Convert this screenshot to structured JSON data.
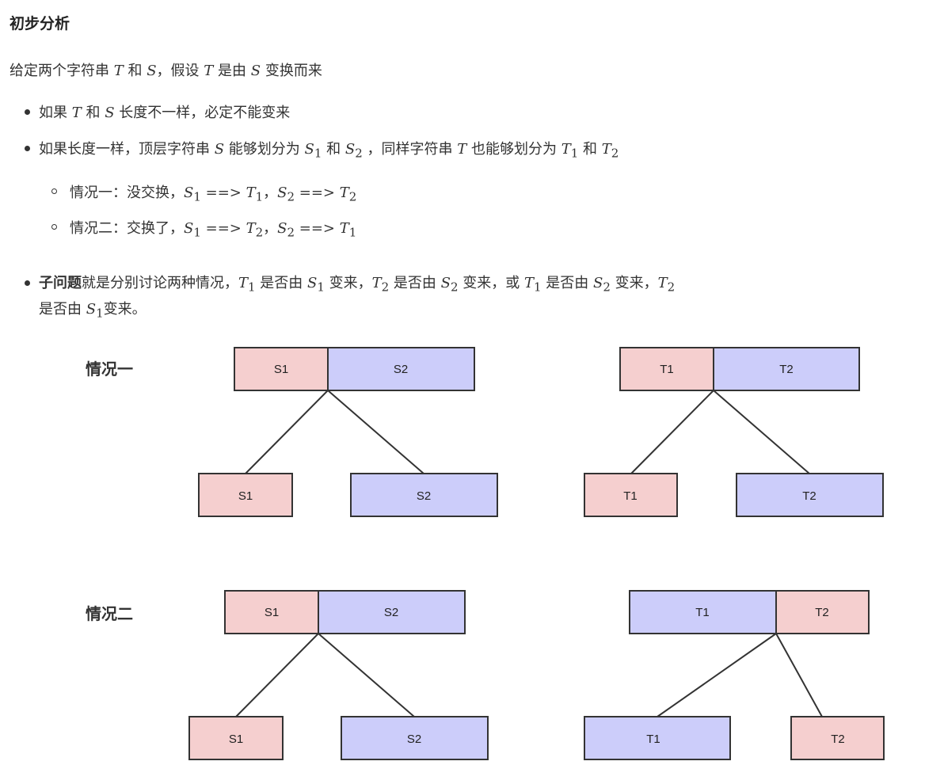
{
  "heading": "初步分析",
  "intro": {
    "p1": "给定两个字符串 ",
    "T": "T",
    "p2": " 和 ",
    "S": "S",
    "p3": "，假设 ",
    "T2": "T",
    "p4": " 是由 ",
    "S2": "S",
    "p5": " 变换而来"
  },
  "bullet1": {
    "p1": "如果 ",
    "T": "T",
    "p2": " 和 ",
    "S": "S",
    "p3": " 长度不一样，必定不能变来"
  },
  "bullet2": {
    "p1": "如果长度一样，顶层字符串 ",
    "S": "S",
    "p2": " 能够划分为 ",
    "S1": "S",
    "s1": "1",
    "p3": " 和 ",
    "S2": "S",
    "s2": "2",
    "p4": " ，同样字符串 ",
    "T": "T",
    "p5": " 也能够划分为 ",
    "T1": "T",
    "t1": "1",
    "p6": " 和 ",
    "T2": "T",
    "t2": "2"
  },
  "sub1": {
    "p1": "情况一：没交换，",
    "a": "S",
    "as": "1",
    "arrow1": " ==> ",
    "b": "T",
    "bs": "1",
    "sep": "，",
    "c": "S",
    "cs": "2",
    "arrow2": " ==> ",
    "d": "T",
    "ds": "2"
  },
  "sub2": {
    "p1": "情况二：交换了，",
    "a": "S",
    "as": "1",
    "arrow1": " ==> ",
    "b": "T",
    "bs": "2",
    "sep": "，",
    "c": "S",
    "cs": "2",
    "arrow2": " ==> ",
    "d": "T",
    "ds": "1"
  },
  "bullet3": {
    "bold": "子问题",
    "p1": "就是分别讨论两种情况，",
    "a": "T",
    "as": "1",
    "p2": " 是否由 ",
    "b": "S",
    "bs": "1",
    "p3": " 变来，",
    "c": "T",
    "cs": "2",
    "p4": " 是否由 ",
    "d": "S",
    "ds": "2",
    "p5": " 变来，或 ",
    "e": "T",
    "es": "1",
    "p6": " 是否由 ",
    "f": "S",
    "fs": "2",
    "p7": " 变来，",
    "g": "T",
    "gs": "2",
    "l2a": "是否由 ",
    "h": "S",
    "hs": "1",
    "l2b": "变来。"
  },
  "diagram": {
    "colors": {
      "pink": "#f5cfcf",
      "blue": "#cccdfa",
      "border": "#333333"
    },
    "case1_label": "情况一",
    "case2_label": "情况二",
    "case1_left": {
      "top": [
        "S1",
        "S2"
      ],
      "bottom": [
        "S1",
        "S2"
      ]
    },
    "case1_right": {
      "top": [
        "T1",
        "T2"
      ],
      "bottom": [
        "T1",
        "T2"
      ]
    },
    "case2_left": {
      "top": [
        "S1",
        "S2"
      ],
      "bottom": [
        "S1",
        "S2"
      ]
    },
    "case2_right": {
      "top": [
        "T1",
        "T2"
      ],
      "bottom": [
        "T1",
        "T2"
      ]
    }
  }
}
